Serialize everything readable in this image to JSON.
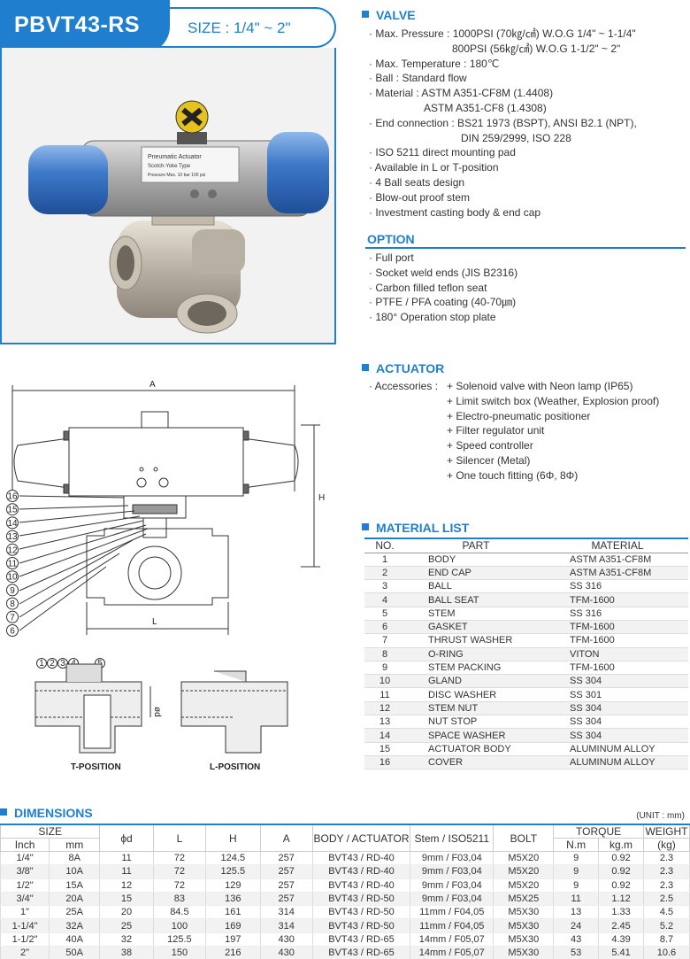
{
  "header": {
    "model": "PBVT43-RS",
    "size": "SIZE : 1/4\" ~ 2\""
  },
  "photo": {
    "actuator_label_line1": "Pneumatic Actuator",
    "actuator_label_line2": "Scotch-Yoke Type",
    "actuator_label_line3": "Pressure Max. 10 bar  100 psi"
  },
  "valve": {
    "title": "VALVE",
    "items": [
      "· Max. Pressure : 1000PSI (70㎏/㎠)  W.O.G 1/4\" ~ 1-1/4\"",
      "800PSI (56㎏/㎠)  W.O.G 1-1/2\" ~ 2\"",
      "· Max. Temperature : 180℃",
      "· Ball : Standard flow",
      "· Material : ASTM A351-CF8M (1.4408)",
      "ASTM A351-CF8 (1.4308)",
      "· End connection : BS21 1973 (BSPT), ANSI B2.1 (NPT),",
      "DIN 259/2999, ISO 228",
      "· ISO 5211 direct mounting pad",
      "· Available in L or T-position",
      "· 4 Ball seats design",
      "· Blow-out proof stem",
      "· Investment casting body & end cap"
    ]
  },
  "option": {
    "title": "OPTION",
    "items": [
      "· Full port",
      "· Socket weld ends (JIS B2316)",
      "· Carbon filled teflon seat",
      "· PTFE / PFA coating (40-70㎛)",
      "· 180°   Operation stop plate"
    ]
  },
  "actuator": {
    "title": "ACTUATOR",
    "label": "· Accessories :",
    "items": [
      "+ Solenoid valve with Neon lamp (IP65)",
      "+ Limit switch box (Weather, Explosion proof)",
      "+ Electro-pneumatic positioner",
      "+ Filter regulator unit",
      "+ Speed controller",
      "+ Silencer (Metal)",
      "+ One touch fitting (6Φ, 8Φ)"
    ]
  },
  "material_list": {
    "title": "MATERIAL LIST",
    "headers": [
      "NO.",
      "PART",
      "MATERIAL"
    ],
    "rows": [
      [
        "1",
        "BODY",
        "ASTM A351-CF8M"
      ],
      [
        "2",
        "END CAP",
        "ASTM A351-CF8M"
      ],
      [
        "3",
        "BALL",
        "SS 316"
      ],
      [
        "4",
        "BALL SEAT",
        "TFM-1600"
      ],
      [
        "5",
        "STEM",
        "SS 316"
      ],
      [
        "6",
        "GASKET",
        "TFM-1600"
      ],
      [
        "7",
        "THRUST WASHER",
        "TFM-1600"
      ],
      [
        "8",
        "O-RING",
        "VITON"
      ],
      [
        "9",
        "STEM PACKING",
        "TFM-1600"
      ],
      [
        "10",
        "GLAND",
        "SS 304"
      ],
      [
        "11",
        "DISC WASHER",
        "SS 301"
      ],
      [
        "12",
        "STEM NUT",
        "SS 304"
      ],
      [
        "13",
        "NUT STOP",
        "SS 304"
      ],
      [
        "14",
        "SPACE WASHER",
        "SS 304"
      ],
      [
        "15",
        "ACTUATOR BODY",
        "ALUMINUM ALLOY"
      ],
      [
        "16",
        "COVER",
        "ALUMINUM ALLOY"
      ]
    ]
  },
  "drawing": {
    "dim_A": "A",
    "dim_H": "H",
    "dim_L": "L",
    "dim_d": "ød",
    "callouts_left": [
      "16",
      "15",
      "14",
      "13",
      "12",
      "11",
      "10",
      "9",
      "8",
      "7",
      "6"
    ],
    "callouts_top": [
      "1",
      "2",
      "3",
      "4",
      "5"
    ],
    "t_position": "T-POSITION",
    "l_position": "L-POSITION"
  },
  "dimensions": {
    "title": "DIMENSIONS",
    "unit": "(UNIT : mm)",
    "header_top": [
      "SIZE",
      "ϕd",
      "L",
      "H",
      "A",
      "BODY / ACTUATOR",
      "Stem / ISO5211",
      "BOLT",
      "TORQUE",
      "WEIGHT"
    ],
    "header_sub": [
      "Inch",
      "mm",
      "N.m",
      "kg.m",
      "(kg)"
    ],
    "rows": [
      [
        "1/4\"",
        "8A",
        "11",
        "72",
        "124.5",
        "257",
        "BVT43 / RD-40",
        "9mm / F03,04",
        "M5X20",
        "9",
        "0.92",
        "2.3"
      ],
      [
        "3/8\"",
        "10A",
        "11",
        "72",
        "125.5",
        "257",
        "BVT43 / RD-40",
        "9mm / F03,04",
        "M5X20",
        "9",
        "0.92",
        "2.3"
      ],
      [
        "1/2\"",
        "15A",
        "12",
        "72",
        "129",
        "257",
        "BVT43 / RD-40",
        "9mm / F03,04",
        "M5X20",
        "9",
        "0.92",
        "2.3"
      ],
      [
        "3/4\"",
        "20A",
        "15",
        "83",
        "136",
        "257",
        "BVT43 / RD-50",
        "9mm / F03,04",
        "M5X25",
        "11",
        "1.12",
        "2.5"
      ],
      [
        "1\"",
        "25A",
        "20",
        "84.5",
        "161",
        "314",
        "BVT43 / RD-50",
        "11mm / F04,05",
        "M5X30",
        "13",
        "1.33",
        "4.5"
      ],
      [
        "1-1/4\"",
        "32A",
        "25",
        "100",
        "169",
        "314",
        "BVT43 / RD-50",
        "11mm / F04,05",
        "M5X30",
        "24",
        "2.45",
        "5.2"
      ],
      [
        "1-1/2\"",
        "40A",
        "32",
        "125.5",
        "197",
        "430",
        "BVT43 / RD-65",
        "14mm / F05,07",
        "M5X30",
        "43",
        "4.39",
        "8.7"
      ],
      [
        "2\"",
        "50A",
        "38",
        "150",
        "216",
        "430",
        "BVT43 / RD-65",
        "14mm / F05,07",
        "M5X30",
        "53",
        "5.41",
        "10.6"
      ]
    ]
  }
}
